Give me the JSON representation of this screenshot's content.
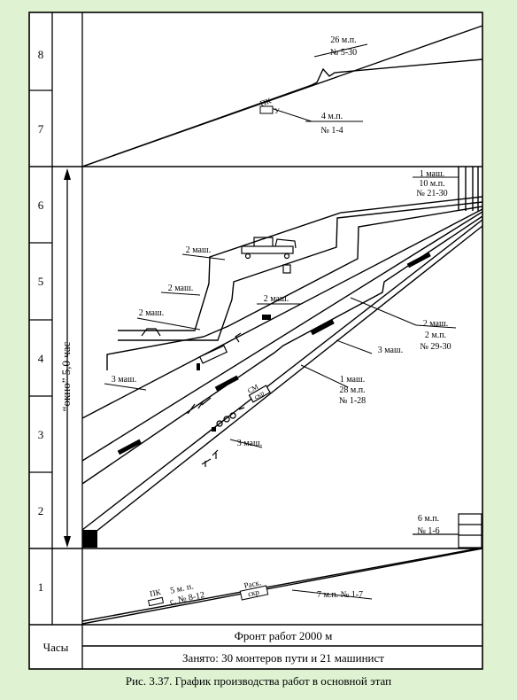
{
  "figure": {
    "caption": "Рис. 3.37. График производства работ в основной этап",
    "hours_label": "Часы",
    "front_label": "Фронт работ 2000 м",
    "crew_label": "Занято: 30 монтеров пути и 21 машинист",
    "window_label": "“окно” 5,0 час",
    "hours": [
      "1",
      "2",
      "3",
      "4",
      "5",
      "6",
      "7",
      "8"
    ]
  },
  "annotations": {
    "a26_mp": "26 м.п.",
    "a26_no": "№ 5-30",
    "a4_mp": "4 м.п.",
    "a4_no": "№ 1-4",
    "pk_top": "ПК",
    "pk_top_sub": "У",
    "a1_mash": "1 маш.",
    "a10_mp": "10 м.п.",
    "a21_30": "№ 21-30",
    "m2_a": "2 маш.",
    "m2_b": "2 маш.",
    "m2_c": "2 маш.",
    "m2_d": "2 маш.",
    "m2_e": "2 маш.",
    "mp2": "2 м.п.",
    "no29_30": "№ 29-30",
    "m3_a": "3 маш.",
    "m3_b": "3 маш.",
    "m3_c": "3 маш.",
    "m1_b": "1 маш.",
    "mp28": "28 м.п.",
    "no1_28": "№ 1-28",
    "sm": "СМ",
    "skr": "скр",
    "mp6": "6 м.п.",
    "no1_6": "№ 1-6",
    "pk_bot": "ПК",
    "mp5": "5 м. п.",
    "no8_12": "с. № 8-12",
    "rask": "Раск.",
    "skr2": "скр",
    "mp7": "7 м.п. № 1-7"
  }
}
